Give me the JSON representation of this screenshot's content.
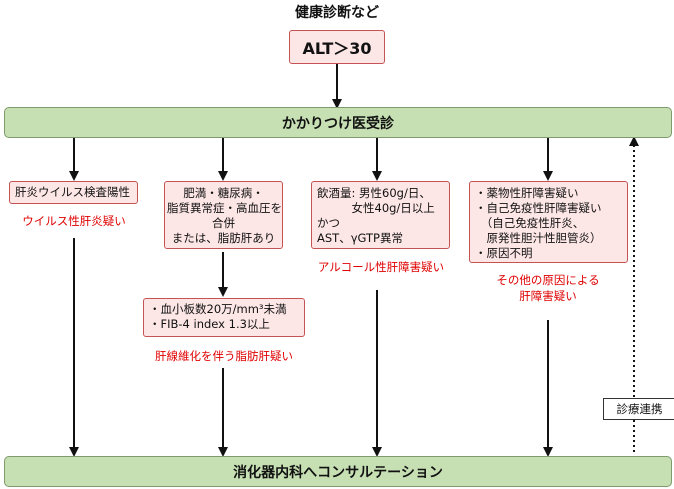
{
  "header": {
    "title": "健康診断など"
  },
  "alt": {
    "label": "ALT＞30"
  },
  "top_band": {
    "label": "かかりつけ医受診"
  },
  "bottom_band": {
    "label": "消化器内科へコンサルテーション"
  },
  "col1": {
    "box_lines": [
      "肝炎ウイルス検査陽性"
    ],
    "result": "ウイルス性肝炎疑い"
  },
  "col2": {
    "box_lines": [
      "肥満・糖尿病・",
      "脂質異常症・高血圧を",
      "合併",
      "または、脂肪肝あり"
    ],
    "box2_lines": [
      "・血小板数20万/mm³未満",
      "・FIB-4 index 1.3以上"
    ],
    "result": "肝線維化を伴う脂肪肝疑い"
  },
  "col3": {
    "box_lines": [
      "飲酒量: 男性60g/日、",
      "　　　女性40g/日以上",
      "かつ",
      "AST、γGTP異常"
    ],
    "result": "アルコール性肝障害疑い"
  },
  "col4": {
    "box_lines": [
      "・薬物性肝障害疑い",
      "・自己免疫性肝障害疑い",
      "　（自己免疫性肝炎、",
      "　原発性胆汁性胆管炎）",
      "・原因不明"
    ],
    "result_lines": [
      "その他の原因による",
      "肝障害疑い"
    ]
  },
  "liaison": {
    "label": "診療連携"
  }
}
